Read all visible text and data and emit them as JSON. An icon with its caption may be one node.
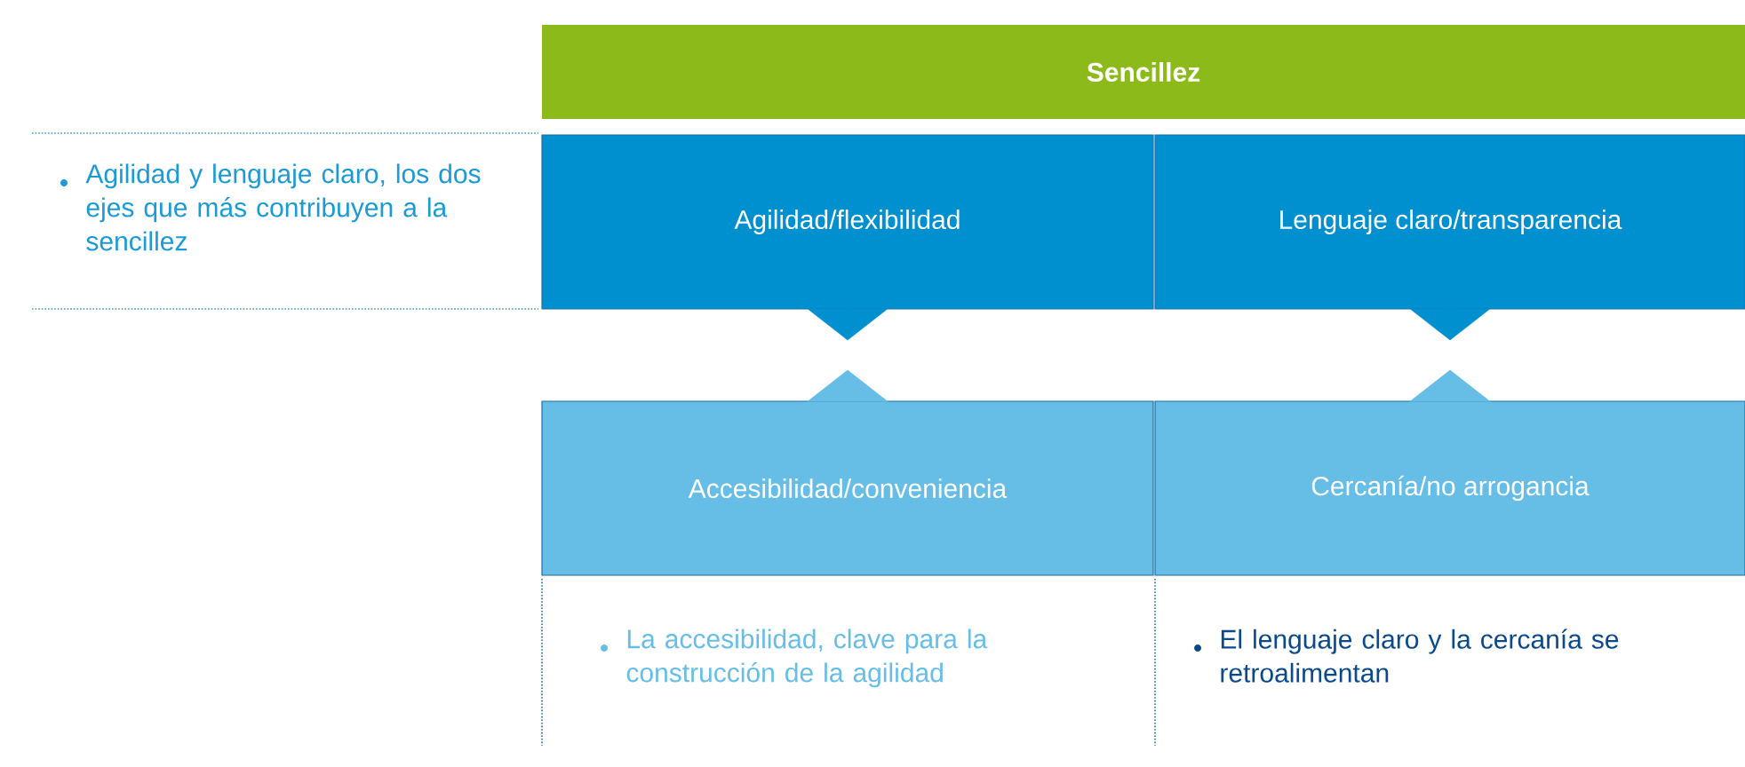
{
  "diagram": {
    "nodes": [
      {
        "text": [
          "Sencillez"
        ]
      },
      {
        "text": [
          "Agilidad/flexibilidad"
        ]
      },
      {
        "text": [
          "Lenguaje claro/transparencia"
        ]
      },
      {
        "text": [
          "Accesibilidad/conveniencia"
        ]
      },
      {
        "text": [
          "Cercanía/no arrogancia"
        ]
      }
    ],
    "edges": [
      {
        "from": 1,
        "to": 3,
        "arrow": "to"
      },
      {
        "from": 3,
        "to": 1,
        "arrow": "to"
      },
      {
        "from": 2,
        "to": 4,
        "arrow": "to"
      },
      {
        "from": 4,
        "to": 2,
        "arrow": "to"
      }
    ],
    "labels": [
      "Agilidad y lenguaje claro, los dos ejes que más contribuyen a la sencillez",
      "La accesibilidad, clave para la construcción de la agilidad",
      "El lenguaje claro y la cercanía se retroalimentan"
    ]
  }
}
